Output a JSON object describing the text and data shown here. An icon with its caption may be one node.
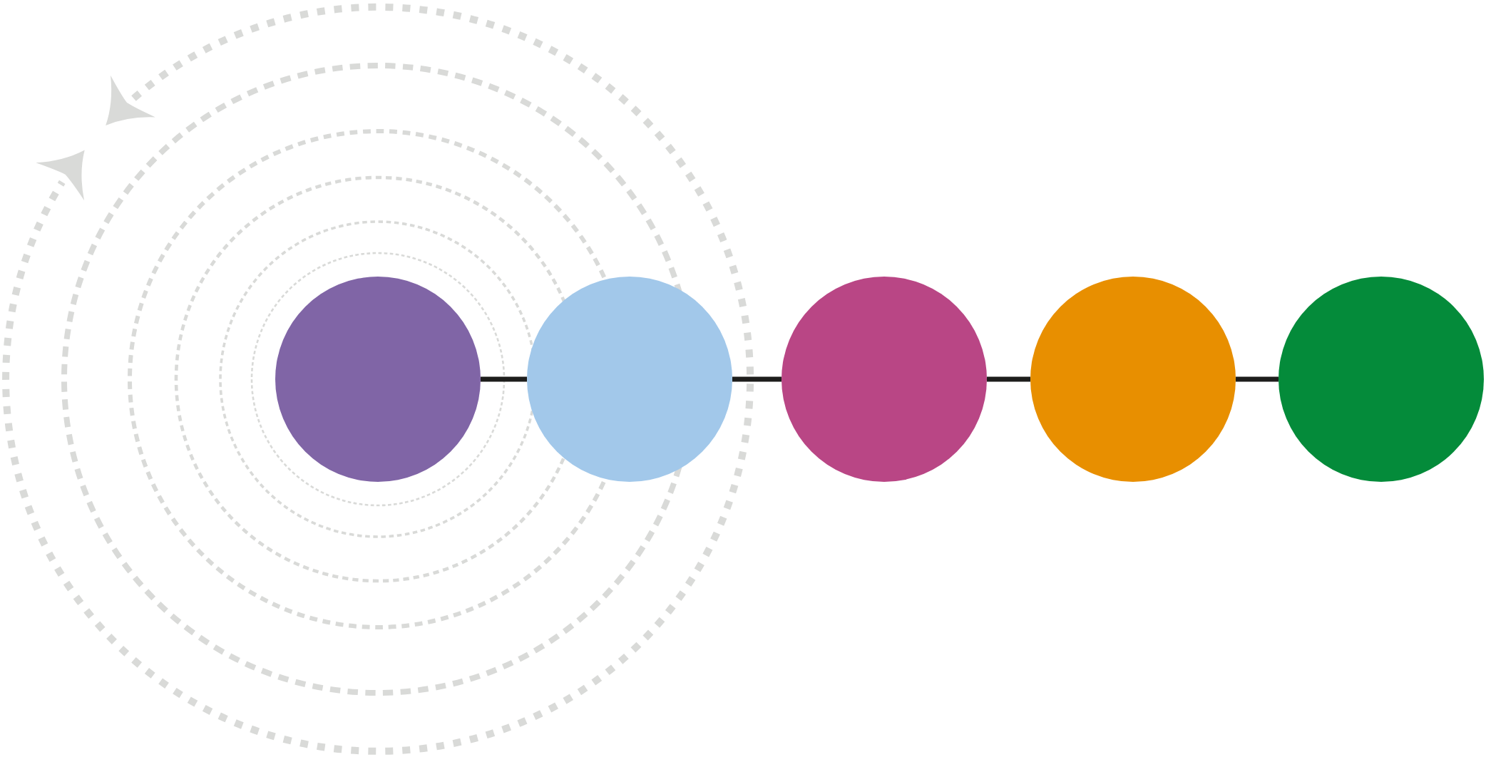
{
  "diagram": {
    "nodes": [
      {
        "text": [],
        "shape": "circle"
      },
      {
        "text": [],
        "shape": "circle"
      },
      {
        "text": [],
        "shape": "circle"
      },
      {
        "text": [],
        "shape": "circle"
      },
      {
        "text": [],
        "shape": "circle"
      }
    ],
    "edges": [
      {
        "from": 0,
        "to": 1,
        "arrow": "none"
      },
      {
        "from": 1,
        "to": 2,
        "arrow": "none"
      },
      {
        "from": 2,
        "to": 3,
        "arrow": "none"
      },
      {
        "from": 3,
        "to": 4,
        "arrow": "none"
      }
    ]
  }
}
